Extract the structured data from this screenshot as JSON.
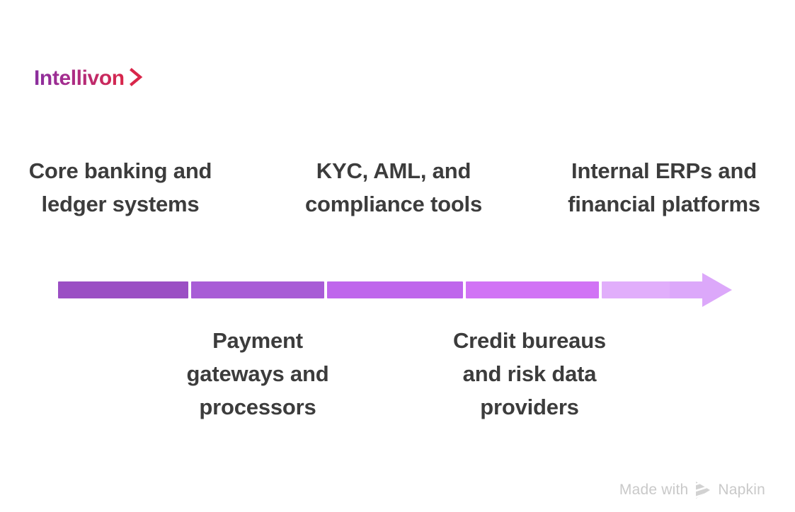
{
  "brand": {
    "logo_text": "Intellivon",
    "logo_chevron": "›",
    "gradient_start": "#8a2f9e",
    "gradient_end": "#d9264a"
  },
  "timeline": {
    "direction": "left-to-right",
    "arrow_color": "#dca8fa",
    "segments": [
      {
        "id": 1,
        "color": "#9b4fc4",
        "label": "Core banking and ledger systems",
        "label_position": "top"
      },
      {
        "id": 2,
        "color": "#a85cd6",
        "label": "Payment gateways and processors",
        "label_position": "bottom"
      },
      {
        "id": 3,
        "color": "#bf66ec",
        "label": "KYC, AML, and compliance tools",
        "label_position": "top"
      },
      {
        "id": 4,
        "color": "#d173f5",
        "label": "Credit bureaus and risk data providers",
        "label_position": "bottom"
      },
      {
        "id": 5,
        "color": "#e1aefb",
        "label": "Internal ERPs and financial platforms",
        "label_position": "top"
      }
    ]
  },
  "footer": {
    "made_with": "Made with",
    "product": "Napkin"
  }
}
